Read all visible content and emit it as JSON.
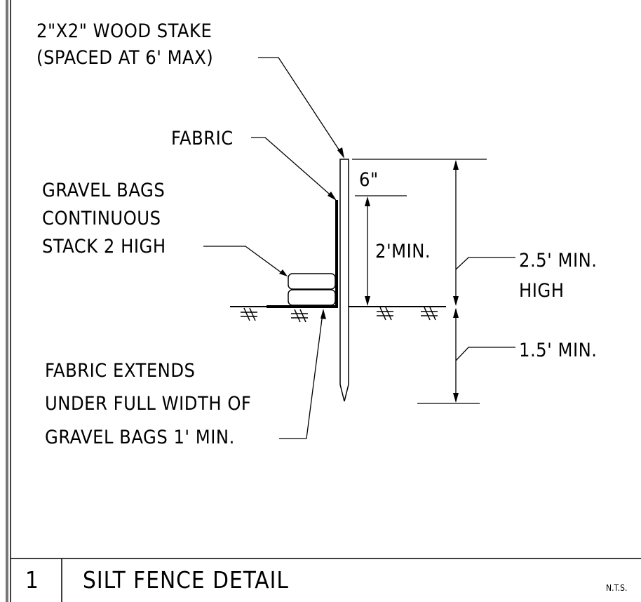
{
  "labels": {
    "stake_line1": "2\"X2\" WOOD STAKE",
    "stake_line2": "(SPACED AT 6' MAX)",
    "fabric": "FABRIC",
    "gravel_line1": "GRAVEL BAGS",
    "gravel_line2": "CONTINUOUS",
    "gravel_line3": "STACK 2 HIGH",
    "dim_6in": "6\"",
    "dim_2min": "2'MIN.",
    "dim_25_line1": "2.5' MIN.",
    "dim_25_line2": "HIGH",
    "dim_15": "1.5' MIN.",
    "ext_line1": "FABRIC EXTENDS",
    "ext_line2": "UNDER FULL WIDTH OF",
    "ext_line3": "GRAVEL BAGS 1' MIN."
  },
  "title_block": {
    "number": "1",
    "title": "SILT FENCE DETAIL",
    "scale": "N.T.S."
  }
}
